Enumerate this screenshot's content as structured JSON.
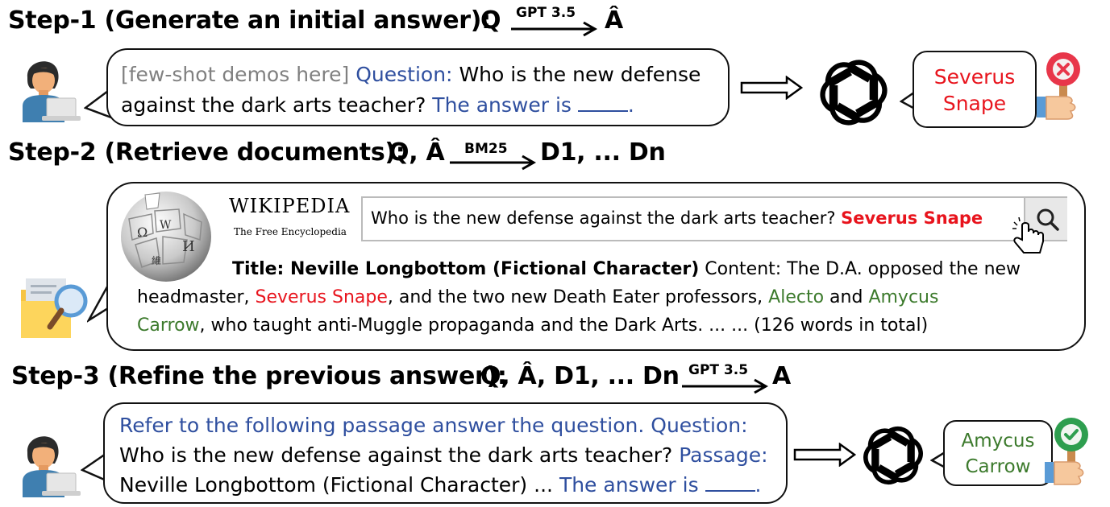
{
  "step1": {
    "title": "Step-1 (Generate an initial answer):",
    "formula_left": "Q",
    "formula_op": "GPT 3.5",
    "formula_right": "Â",
    "prompt_demo": "[few-shot demos here]",
    "prompt_question_label": "Question:",
    "prompt_question": "Who is the new defense against the dark arts teacher?",
    "prompt_answer_label": "The answer is",
    "prompt_answer_end": ".",
    "answer_line1": "Severus",
    "answer_line2": "Snape",
    "answer_status_icon": "cross-icon",
    "answer_color": "#e8141d"
  },
  "step2": {
    "title": "Step-2 (Retrieve documents):",
    "formula_left": "Q, Â",
    "formula_op": "BM25",
    "formula_right": "D1, ... Dn",
    "wiki_name": "WIKIPEDIA",
    "wiki_tagline": "The Free Encyclopedia",
    "search_query": "Who is the new defense against the dark arts teacher?",
    "search_highlight": "Severus Snape",
    "doc_title": "Title: Neville Longbottom (Fictional Character)",
    "doc_content_label": "Content: The D.A. opposed the new",
    "doc_line2_a": "headmaster,",
    "doc_entity1": "Severus Snape",
    "doc_line2_b": ", and the two new Death Eater professors,",
    "doc_entity2": "Alecto",
    "doc_line2_c": "and",
    "doc_entity3a": "Amycus",
    "doc_entity3b": "Carrow",
    "doc_line3": ", who taught anti-Muggle propaganda and the Dark Arts. ... ...  (126 words in total)"
  },
  "step3": {
    "title": "Step-3 (Refine the previous answer):",
    "formula_left": "Q, Â, D1, ... Dn",
    "formula_op": "GPT 3.5",
    "formula_right": "A",
    "prompt_instruction": "Refer to the following passage answer the question. Question:",
    "prompt_question": "Who is the new defense against the dark arts teacher?",
    "prompt_passage_label": "Passage:",
    "prompt_passage": "Neville Longbottom (Fictional Character) ...",
    "prompt_answer_label": "The answer is",
    "prompt_answer_end": ".",
    "answer_line1": "Amycus",
    "answer_line2": "Carrow",
    "answer_status_icon": "check-icon",
    "answer_color": "#3c7a2c"
  }
}
